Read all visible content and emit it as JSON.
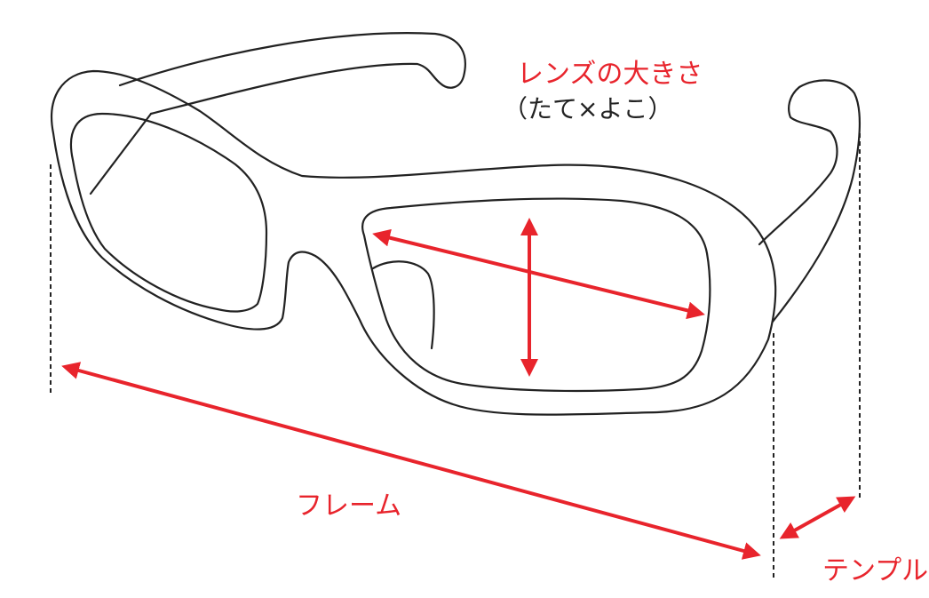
{
  "labels": {
    "lens_size": "レンズの大きさ",
    "lens_size_detail": "（たて×よこ）",
    "frame": "フレーム",
    "temple": "テンプル"
  },
  "colors": {
    "accent": "#e8242c",
    "outline": "#222222",
    "text": "#222222"
  }
}
